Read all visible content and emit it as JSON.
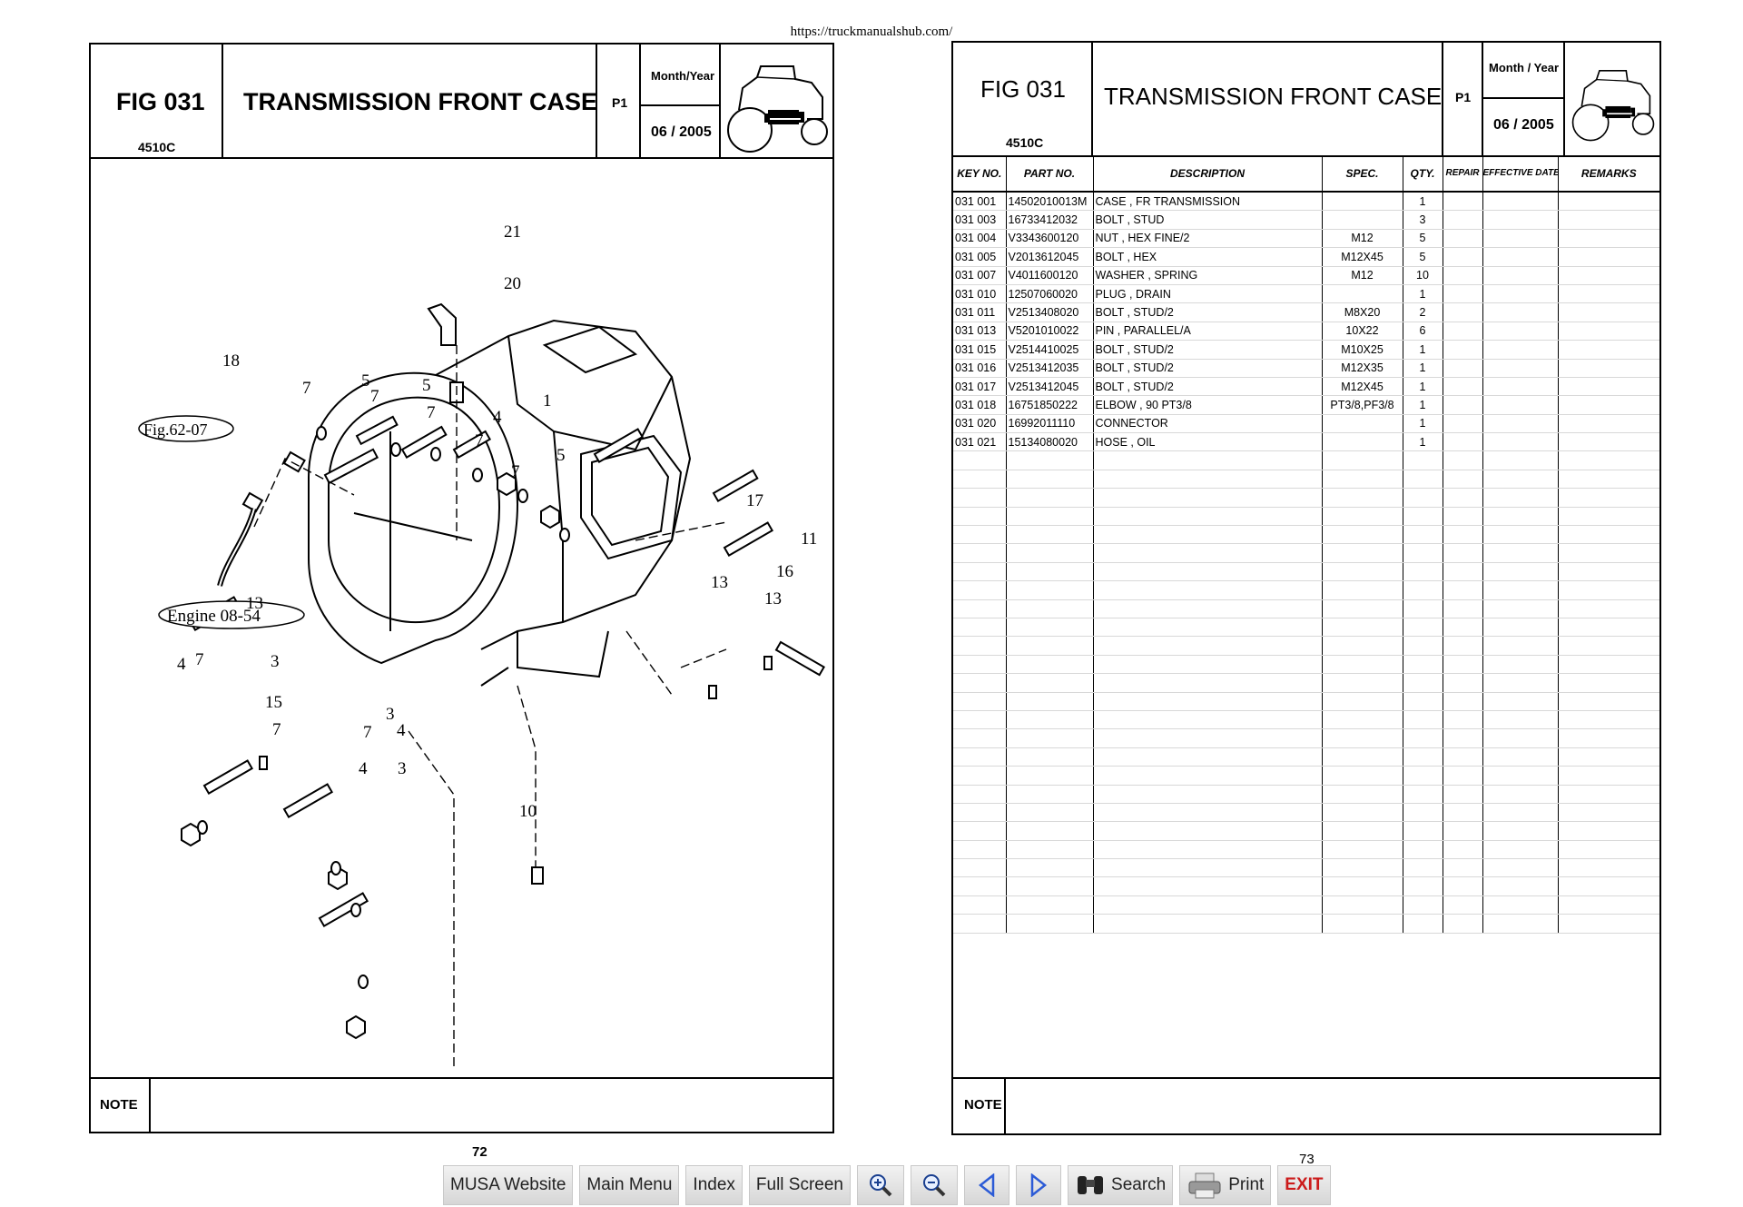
{
  "url": "https://truckmanualshub.com/",
  "left_page": {
    "fig": "FIG 031",
    "model": "4510C",
    "title": "TRANSMISSION FRONT CASE",
    "page": "P1",
    "month_year_label": "Month/Year",
    "date": "06 / 2005",
    "note_label": "NOTE",
    "page_number": "72"
  },
  "right_page": {
    "fig": "FIG 031",
    "model": "4510C",
    "title": "TRANSMISSION FRONT CASE",
    "page": "P1",
    "month_year_label": "Month / Year",
    "date": "06 / 2005",
    "note_label": "NOTE",
    "page_number": "73"
  },
  "diagram": {
    "callouts": [
      "1",
      "3",
      "3",
      "3",
      "4",
      "4",
      "4",
      "4",
      "5",
      "5",
      "5",
      "7",
      "7",
      "7",
      "7",
      "7",
      "7",
      "7",
      "7",
      "10",
      "11",
      "13",
      "13",
      "13",
      "15",
      "16",
      "17",
      "18",
      "20",
      "21"
    ],
    "refs": {
      "fig_ref": "Fig.62-07",
      "engine_ref": "Engine 08-54"
    }
  },
  "parts_table": {
    "headers": [
      "KEY NO.",
      "PART NO.",
      "DESCRIPTION",
      "SPEC.",
      "QTY.",
      "REPAIR",
      "EFFECTIVE DATE",
      "REMARKS"
    ],
    "rows": [
      {
        "key": "031  001",
        "part": "14502010013M",
        "desc": "CASE , FR TRANSMISSION",
        "spec": "",
        "qty": "1"
      },
      {
        "key": "031  003",
        "part": "16733412032",
        "desc": "BOLT , STUD",
        "spec": "",
        "qty": "3"
      },
      {
        "key": "031  004",
        "part": "V3343600120",
        "desc": "NUT , HEX FINE/2",
        "spec": "M12",
        "qty": "5"
      },
      {
        "key": "031  005",
        "part": "V2013612045",
        "desc": "BOLT , HEX",
        "spec": "M12X45",
        "qty": "5"
      },
      {
        "key": "031  007",
        "part": "V4011600120",
        "desc": "WASHER , SPRING",
        "spec": "M12",
        "qty": "10"
      },
      {
        "key": "031  010",
        "part": "12507060020",
        "desc": "PLUG , DRAIN",
        "spec": "",
        "qty": "1"
      },
      {
        "key": "031  011",
        "part": "V2513408020",
        "desc": "BOLT , STUD/2",
        "spec": "M8X20",
        "qty": "2"
      },
      {
        "key": "031  013",
        "part": "V5201010022",
        "desc": "PIN , PARALLEL/A",
        "spec": "10X22",
        "qty": "6"
      },
      {
        "key": "031  015",
        "part": "V2514410025",
        "desc": "BOLT , STUD/2",
        "spec": "M10X25",
        "qty": "1"
      },
      {
        "key": "031  016",
        "part": "V2513412035",
        "desc": "BOLT , STUD/2",
        "spec": "M12X35",
        "qty": "1"
      },
      {
        "key": "031  017",
        "part": "V2513412045",
        "desc": "BOLT , STUD/2",
        "spec": "M12X45",
        "qty": "1"
      },
      {
        "key": "031  018",
        "part": "16751850222",
        "desc": "ELBOW , 90 PT3/8",
        "spec": "PT3/8,PF3/8",
        "qty": "1"
      },
      {
        "key": "031  020",
        "part": "16992011110",
        "desc": "CONNECTOR",
        "spec": "",
        "qty": "1"
      },
      {
        "key": "031  021",
        "part": "15134080020",
        "desc": "HOSE , OIL",
        "spec": "",
        "qty": "1"
      }
    ]
  },
  "toolbar": {
    "musa": "MUSA Website",
    "main_menu": "Main Menu",
    "index": "Index",
    "full_screen": "Full Screen",
    "zoom_in_icon": "zoom-in-icon",
    "zoom_out_icon": "zoom-out-icon",
    "prev_icon": "prev-arrow-icon",
    "next_icon": "next-arrow-icon",
    "search": "Search",
    "print": "Print",
    "exit": "EXIT",
    "exit_color": "#cc1b1b"
  }
}
